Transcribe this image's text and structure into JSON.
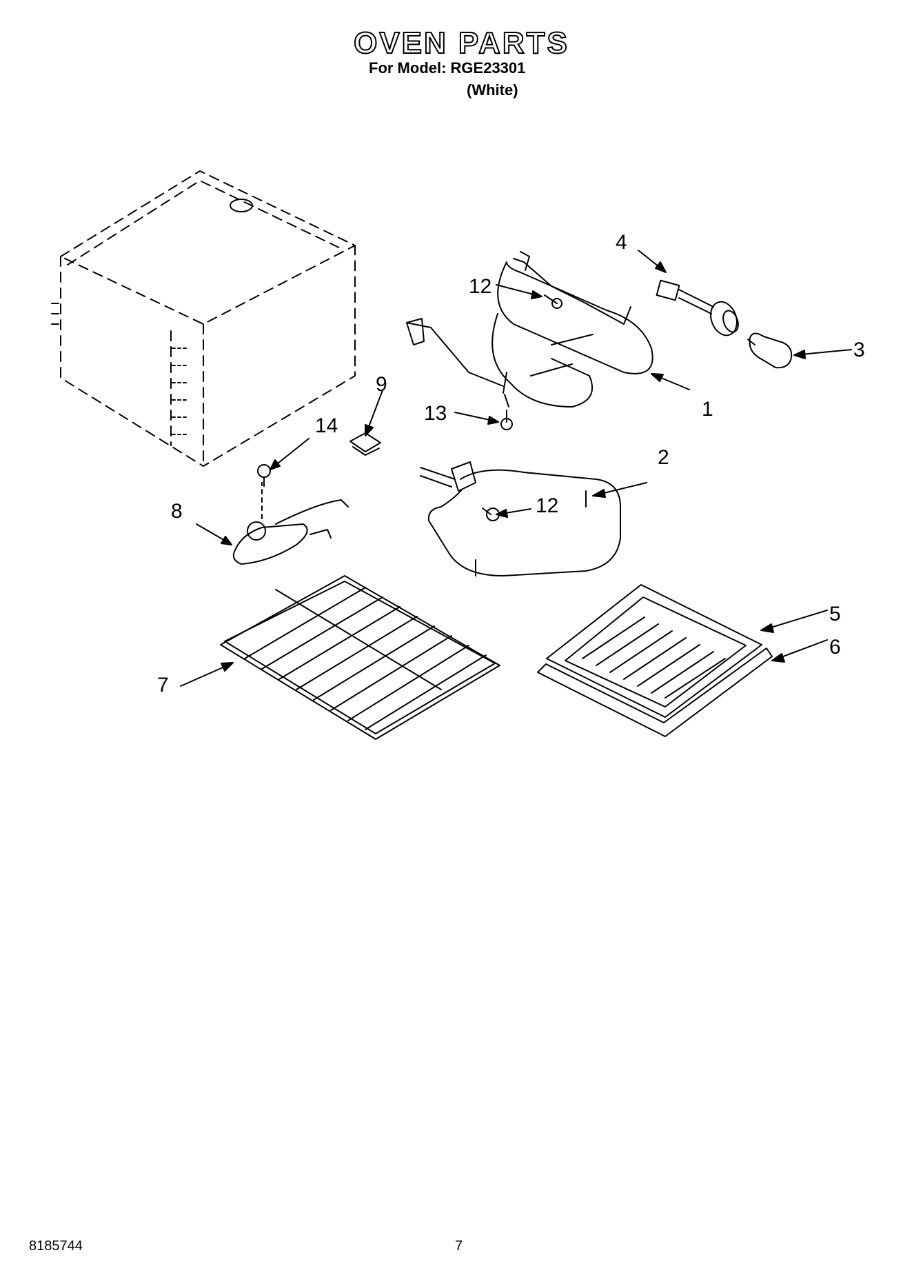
{
  "header": {
    "title": "OVEN PARTS",
    "model_line": "For Model: RGE23301",
    "color_line": "(White)"
  },
  "callouts": {
    "c1": "1",
    "c2": "2",
    "c3": "3",
    "c4": "4",
    "c5": "5",
    "c6": "6",
    "c7": "7",
    "c8": "8",
    "c9": "9",
    "c12a": "12",
    "c12b": "12",
    "c13": "13",
    "c14": "14"
  },
  "footer": {
    "doc_number": "8185744",
    "page_number": "7"
  }
}
